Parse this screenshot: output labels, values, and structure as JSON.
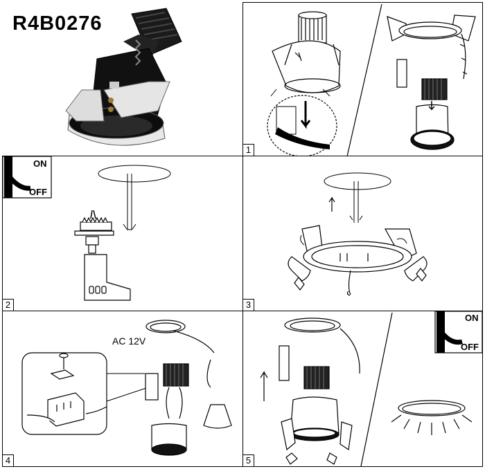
{
  "model_code": "R4B0276",
  "steps": {
    "step1": {
      "number": "1"
    },
    "step2": {
      "number": "2",
      "switch_on": "ON",
      "switch_off": "OFF"
    },
    "step3": {
      "number": "3"
    },
    "step4": {
      "number": "4",
      "voltage_label": "AC  12V"
    },
    "step5": {
      "number": "5",
      "switch_on": "ON",
      "switch_off": "OFF"
    }
  }
}
